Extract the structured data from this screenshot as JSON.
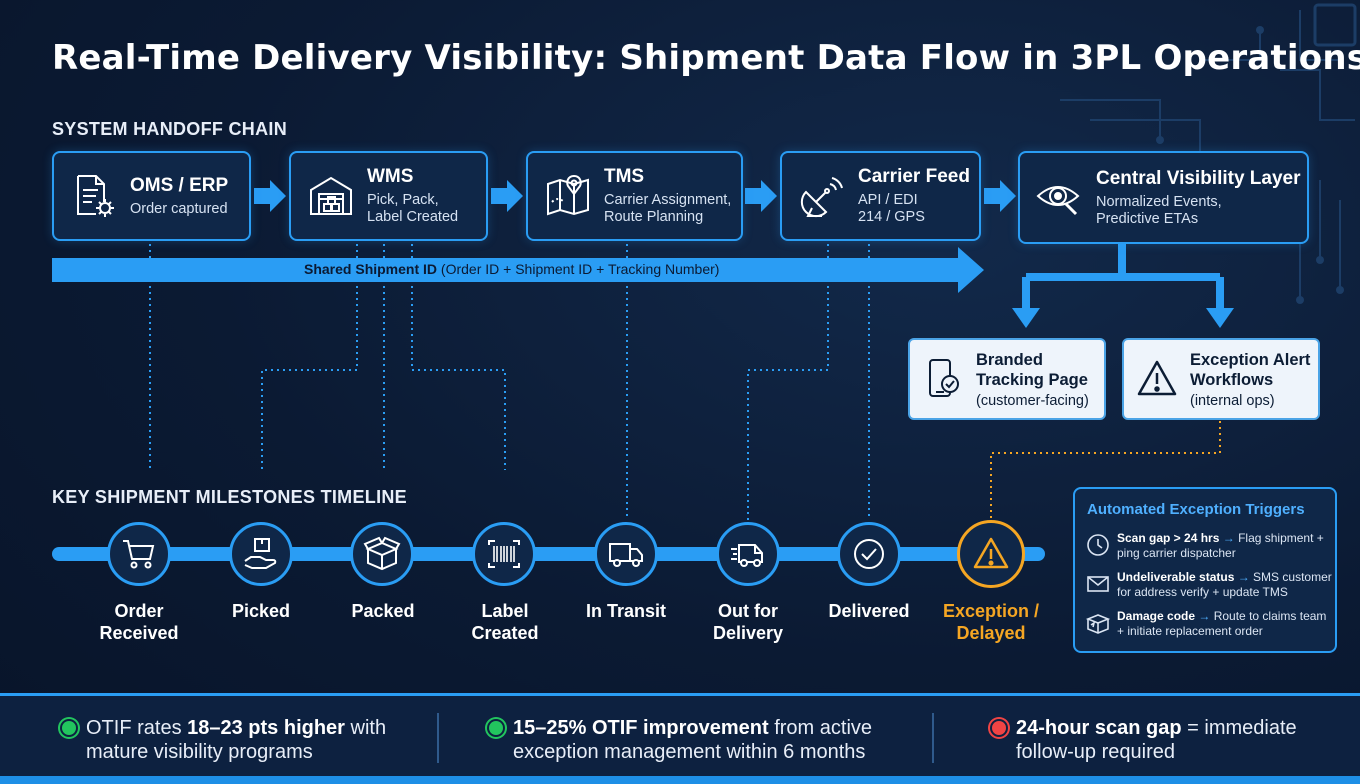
{
  "title": "Real-Time Delivery Visibility: Shipment Data Flow in 3PL Operations",
  "handoff_section_label": "SYSTEM HANDOFF CHAIN",
  "systems": [
    {
      "name": "OMS / ERP",
      "desc": "Order captured",
      "icon": "document-gear-icon"
    },
    {
      "name": "WMS",
      "desc": "Pick, Pack,\nLabel Created",
      "icon": "warehouse-icon"
    },
    {
      "name": "TMS",
      "desc": "Carrier Assignment,\nRoute Planning",
      "icon": "map-pin-icon"
    },
    {
      "name": "Carrier Feed",
      "desc": "API / EDI\n214 / GPS",
      "icon": "satellite-dish-icon"
    },
    {
      "name": "Central Visibility Layer",
      "desc": "Normalized Events,\nPredictive ETAs",
      "icon": "eye-magnifier-icon"
    }
  ],
  "shared_id": {
    "bold": "Shared Shipment ID",
    "rest": " (Order ID + Shipment ID + Tracking Number)"
  },
  "outputs": [
    {
      "name": "Branded\nTracking Page",
      "desc": "(customer-facing)",
      "icon": "phone-check-icon"
    },
    {
      "name": "Exception Alert\nWorkflows",
      "desc": "(internal ops)",
      "icon": "warning-triangle-icon"
    }
  ],
  "timeline_section_label": "KEY SHIPMENT MILESTONES TIMELINE",
  "milestones": [
    {
      "label": "Order\nReceived",
      "icon": "cart-icon"
    },
    {
      "label": "Picked",
      "icon": "hand-box-icon"
    },
    {
      "label": "Packed",
      "icon": "open-box-icon"
    },
    {
      "label": "Label\nCreated",
      "icon": "barcode-icon"
    },
    {
      "label": "In Transit",
      "icon": "truck-icon"
    },
    {
      "label": "Out for\nDelivery",
      "icon": "delivery-van-icon"
    },
    {
      "label": "Delivered",
      "icon": "check-circle-icon"
    },
    {
      "label": "Exception /\nDelayed",
      "icon": "exception-warning-icon"
    }
  ],
  "triggers": {
    "title": "Automated Exception Triggers",
    "items": [
      {
        "bold": "Scan gap > 24 hrs",
        "arrow": "→",
        "rest": " Flag shipment + ping carrier dispatcher",
        "icon": "clock-icon"
      },
      {
        "bold": "Undeliverable status",
        "arrow": "→",
        "rest": " SMS customer for address verify + update TMS",
        "icon": "envelope-icon"
      },
      {
        "bold": "Damage code",
        "arrow": "→",
        "rest": " Route to claims team + initiate replacement order",
        "icon": "damaged-box-icon"
      }
    ]
  },
  "stats": [
    {
      "pre": "OTIF rates ",
      "bold": "18–23 pts higher",
      "post": " with mature visibility programs",
      "color": "#22c55e"
    },
    {
      "pre": "",
      "bold": "15–25% OTIF improvement",
      "post": " from active exception management within 6 months",
      "color": "#22c55e"
    },
    {
      "pre": "",
      "bold": "24-hour scan gap",
      "post": " = immediate follow-up required",
      "color": "#ef4444"
    }
  ],
  "colors": {
    "accent": "#2a9df4",
    "exception": "#f5a623",
    "ok": "#22c55e",
    "alert": "#ef4444"
  }
}
